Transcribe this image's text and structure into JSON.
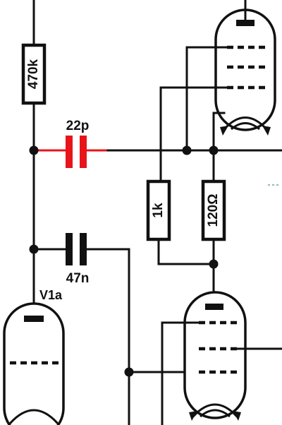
{
  "components": {
    "r1": {
      "value": "470k"
    },
    "c1": {
      "value": "22p",
      "color": "#e8141b"
    },
    "c2": {
      "value": "47n"
    },
    "r2": {
      "value": "1k"
    },
    "r3": {
      "value": "120Ω"
    },
    "v1": {
      "label": "V1a"
    }
  },
  "colors": {
    "ink": "#111111",
    "highlight": "#e8141b",
    "background": "#ffffff"
  }
}
